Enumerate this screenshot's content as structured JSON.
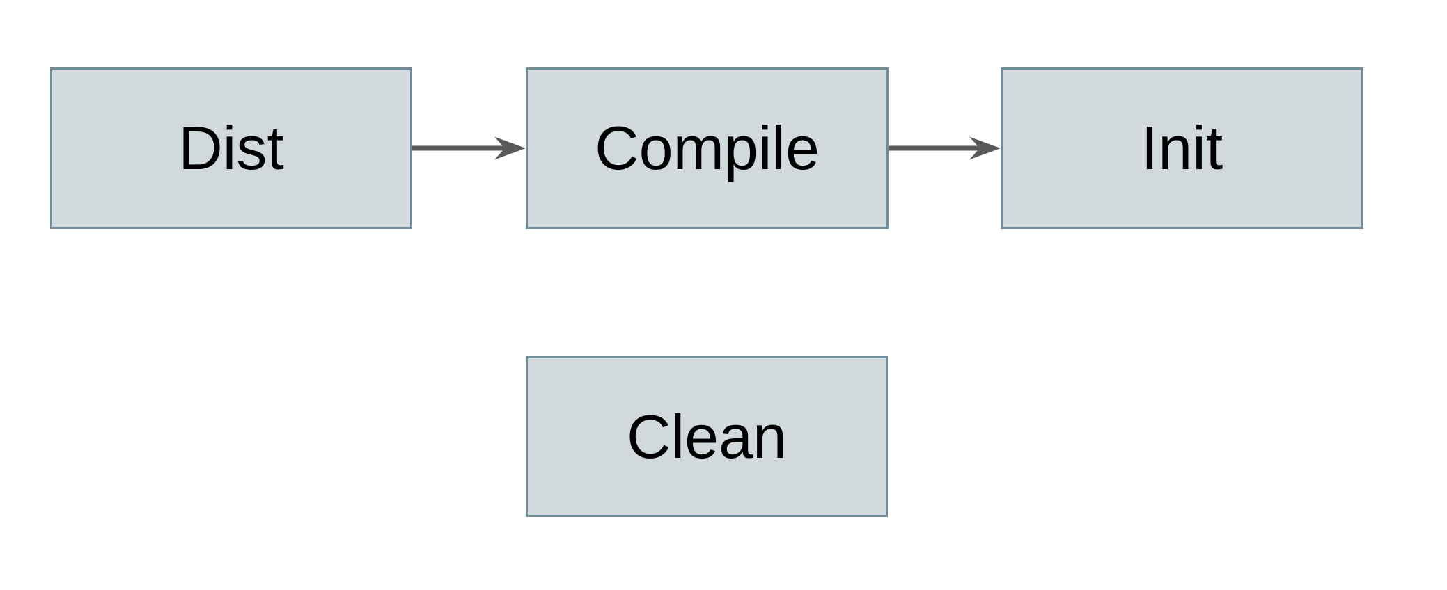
{
  "colors": {
    "background": "#ffffff",
    "node_fill": "#d2d9dc",
    "node_border": "#708b99",
    "arrow_color": "#595959",
    "text_color": "#000000"
  },
  "nodes": [
    {
      "id": "dist",
      "label": "Dist"
    },
    {
      "id": "compile",
      "label": "Compile"
    },
    {
      "id": "init",
      "label": "Init"
    },
    {
      "id": "clean",
      "label": "Clean"
    }
  ],
  "edges": [
    {
      "from": "Dist",
      "to": "Compile"
    },
    {
      "from": "Compile",
      "to": "Init"
    }
  ]
}
